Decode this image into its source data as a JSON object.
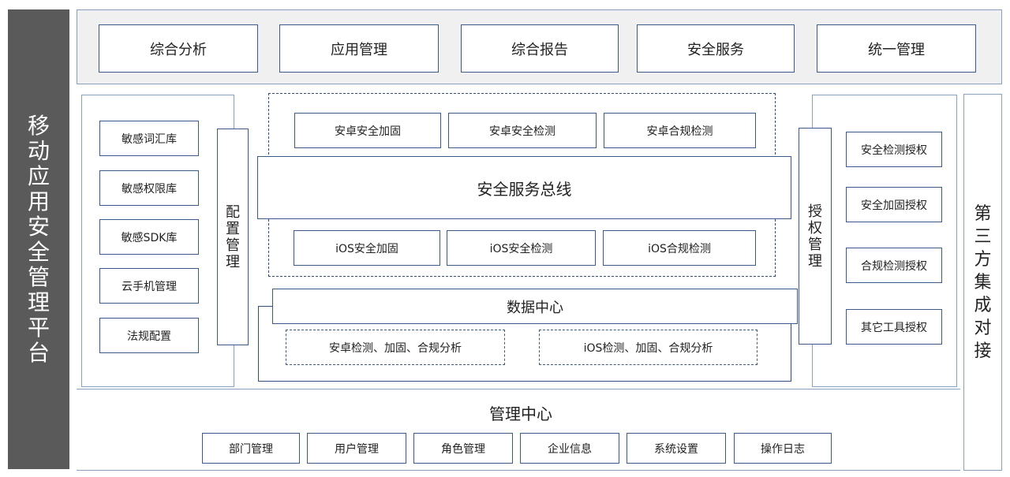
{
  "left_banner": "移动应用安全管理平台",
  "right_banner": "第三方集成对接",
  "top_items": [
    "综合分析",
    "应用管理",
    "综合报告",
    "安全服务",
    "统一管理"
  ],
  "config": {
    "title": "配置管理",
    "items": [
      "敏感词汇库",
      "敏感权限库",
      "敏感SDK库",
      "云手机管理",
      "法规配置"
    ]
  },
  "service": {
    "android": [
      "安卓安全加固",
      "安卓安全检测",
      "安卓合规检测"
    ],
    "bus": "安全服务总线",
    "ios": [
      "iOS安全加固",
      "iOS安全检测",
      "iOS合规检测"
    ]
  },
  "data_center": {
    "title": "数据中心",
    "items": [
      "安卓检测、加固、合规分析",
      "iOS检测、加固、合规分析"
    ]
  },
  "auth": {
    "title": "授权管理",
    "items": [
      "安全检测授权",
      "安全加固授权",
      "合规检测授权",
      "其它工具授权"
    ]
  },
  "mgmt": {
    "title": "管理中心",
    "items": [
      "部门管理",
      "用户管理",
      "角色管理",
      "企业信息",
      "系统设置",
      "操作日志"
    ]
  },
  "colors": {
    "banner_bg": "#5a5a5a",
    "top_bg": "#f0f0f0",
    "border": "#3b5a8a"
  }
}
